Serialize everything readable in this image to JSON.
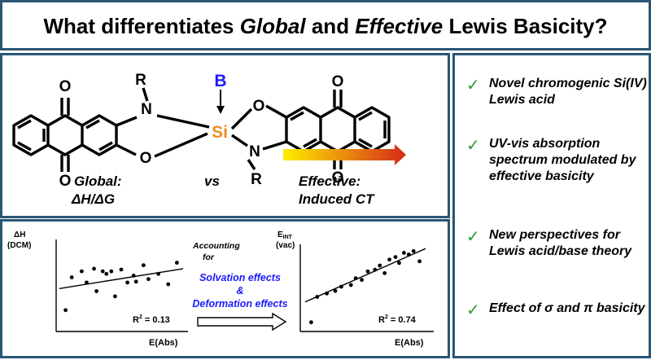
{
  "header": {
    "title_part1": "What differentiates ",
    "title_global": "Global",
    "title_and": " and ",
    "title_effective": "Effective",
    "title_part2": " Lewis Basicity?"
  },
  "molecule": {
    "atom_labels": {
      "O_top_left": "O",
      "O_bottom_left": "O",
      "R_top": "R",
      "N_top": "N",
      "O_link_left": "O",
      "Si": "Si",
      "B": "B",
      "O_link_right": "O",
      "N_bottom": "N",
      "R_bottom": "R",
      "O_top_right": "O",
      "O_bottom_right": "O"
    },
    "global_label": "Global:",
    "global_sub": "ΔH/ΔG",
    "vs_label": "vs",
    "effective_label": "Effective:",
    "effective_sub": "Induced CT"
  },
  "left_plot": {
    "ylabel_line1": "ΔH",
    "ylabel_line2": "(DCM)",
    "xlabel": "E(Abs)",
    "r2_label": "R",
    "r2_sup": "2",
    "r2_value": " = 0.13"
  },
  "middle": {
    "accounting": "Accounting",
    "for": "for",
    "solvation": "Solvation effects",
    "ampersand": "&",
    "deformation": "Deformation effects"
  },
  "right_plot": {
    "ylabel_main": "E",
    "ylabel_sub": "INT",
    "ylabel_line2": "(vac)",
    "xlabel": "E(Abs)",
    "r2_label": "R",
    "r2_sup": "2",
    "r2_value": " = 0.74"
  },
  "bullets": {
    "items": [
      {
        "check": "✓",
        "text": "Novel chromogenic Si(IV) Lewis acid"
      },
      {
        "check": "✓",
        "text": "UV-vis absorption spectrum modulated by effective basicity"
      },
      {
        "check": "✓",
        "text": "New perspectives for Lewis acid/base theory"
      },
      {
        "check": "✓",
        "text": "Effect of σ and π basicity"
      }
    ]
  },
  "colors": {
    "frame": "#2a5673",
    "check": "#2e9a2e",
    "boron": "#1a1aff",
    "silicon": "#f08c1e",
    "highlight_blue": "#1a1aff",
    "gradient_start": "#ffee00",
    "gradient_end": "#d42a1a"
  },
  "chart_data": [
    {
      "type": "scatter",
      "title": "",
      "xlabel": "E(Abs)",
      "ylabel": "ΔH (DCM)",
      "x": [
        0.05,
        0.1,
        0.18,
        0.22,
        0.28,
        0.3,
        0.35,
        0.38,
        0.42,
        0.45,
        0.5,
        0.55,
        0.6,
        0.62,
        0.68,
        0.72,
        0.8,
        0.88,
        0.95
      ],
      "y": [
        0.2,
        0.58,
        0.65,
        0.52,
        0.68,
        0.42,
        0.65,
        0.62,
        0.65,
        0.36,
        0.67,
        0.52,
        0.6,
        0.53,
        0.72,
        0.56,
        0.62,
        0.5,
        0.75
      ],
      "trendline": {
        "x": [
          0.0,
          1.0
        ],
        "y": [
          0.45,
          0.68
        ]
      },
      "annotation": "R² = 0.13"
    },
    {
      "type": "scatter",
      "title": "",
      "xlabel": "E(Abs)",
      "ylabel": "EINT (vac)",
      "x": [
        0.05,
        0.1,
        0.18,
        0.25,
        0.3,
        0.38,
        0.42,
        0.47,
        0.52,
        0.58,
        0.62,
        0.66,
        0.7,
        0.75,
        0.78,
        0.82,
        0.86,
        0.9,
        0.95
      ],
      "y": [
        0.08,
        0.38,
        0.42,
        0.45,
        0.5,
        0.52,
        0.6,
        0.58,
        0.68,
        0.7,
        0.75,
        0.66,
        0.82,
        0.85,
        0.78,
        0.9,
        0.88,
        0.92,
        0.8
      ],
      "trendline": {
        "x": [
          0.0,
          1.0
        ],
        "y": [
          0.32,
          0.95
        ]
      },
      "annotation": "R² = 0.74"
    }
  ]
}
